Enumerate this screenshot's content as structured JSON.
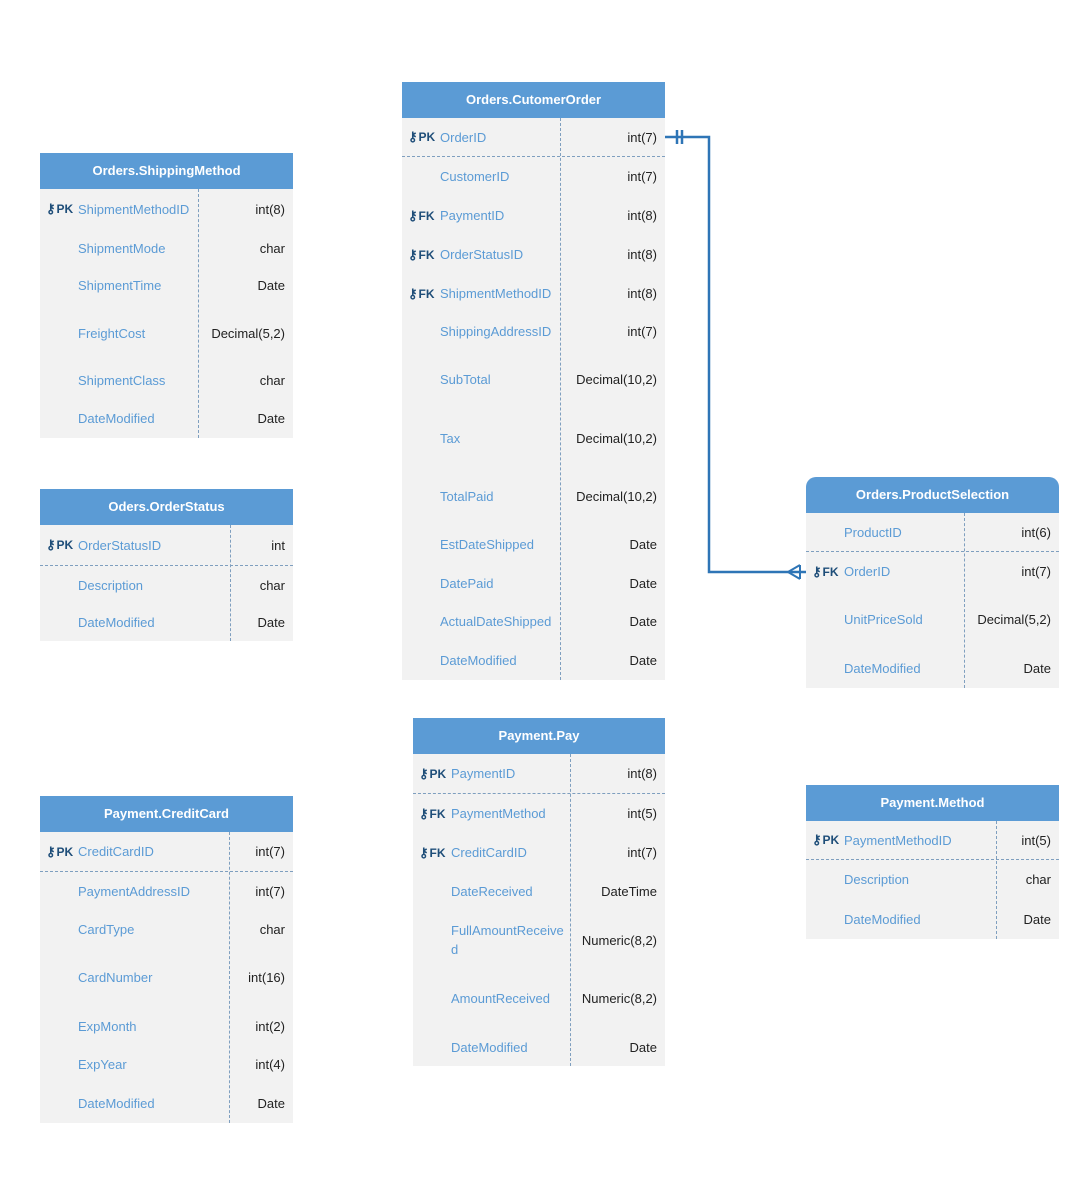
{
  "tables": {
    "shipping_method": {
      "title": "Orders.ShippingMethod",
      "rows": [
        {
          "key": "PK",
          "name": "ShipmentMethodID",
          "type": "int(8)"
        },
        {
          "key": "",
          "name": "ShipmentMode",
          "type": "char"
        },
        {
          "key": "",
          "name": "ShipmentTime",
          "type": "Date"
        },
        {
          "key": "",
          "name": "FreightCost",
          "type": "Decimal(5,2)"
        },
        {
          "key": "",
          "name": "ShipmentClass",
          "type": "char"
        },
        {
          "key": "",
          "name": "DateModified",
          "type": "Date"
        }
      ]
    },
    "order_status": {
      "title": "Oders.OrderStatus",
      "rows": [
        {
          "key": "PK",
          "name": "OrderStatusID",
          "type": "int"
        },
        {
          "key": "",
          "name": "Description",
          "type": "char"
        },
        {
          "key": "",
          "name": "DateModified",
          "type": "Date"
        }
      ]
    },
    "credit_card": {
      "title": "Payment.CreditCard",
      "rows": [
        {
          "key": "PK",
          "name": "CreditCardID",
          "type": "int(7)"
        },
        {
          "key": "",
          "name": "PaymentAddressID",
          "type": "int(7)"
        },
        {
          "key": "",
          "name": "CardType",
          "type": "char"
        },
        {
          "key": "",
          "name": "CardNumber",
          "type": "int(16)"
        },
        {
          "key": "",
          "name": "ExpMonth",
          "type": "int(2)"
        },
        {
          "key": "",
          "name": "ExpYear",
          "type": "int(4)"
        },
        {
          "key": "",
          "name": "DateModified",
          "type": "Date"
        }
      ]
    },
    "customer_order": {
      "title": "Orders.CutomerOrder",
      "rows": [
        {
          "key": "PK",
          "name": "OrderID",
          "type": "int(7)"
        },
        {
          "key": "",
          "name": "CustomerID",
          "type": "int(7)"
        },
        {
          "key": "FK",
          "name": "PaymentID",
          "type": "int(8)"
        },
        {
          "key": "FK",
          "name": "OrderStatusID",
          "type": "int(8)"
        },
        {
          "key": "FK",
          "name": "ShipmentMethodID",
          "type": "int(8)"
        },
        {
          "key": "",
          "name": "ShippingAddressID",
          "type": "int(7)"
        },
        {
          "key": "",
          "name": "SubTotal",
          "type": "Decimal(10,2)"
        },
        {
          "key": "",
          "name": "Tax",
          "type": "Decimal(10,2)"
        },
        {
          "key": "",
          "name": "TotalPaid",
          "type": "Decimal(10,2)"
        },
        {
          "key": "",
          "name": "EstDateShipped",
          "type": "Date"
        },
        {
          "key": "",
          "name": "DatePaid",
          "type": "Date"
        },
        {
          "key": "",
          "name": "ActualDateShipped",
          "type": "Date"
        },
        {
          "key": "",
          "name": "DateModified",
          "type": "Date"
        }
      ]
    },
    "payment_pay": {
      "title": "Payment.Pay",
      "rows": [
        {
          "key": "PK",
          "name": "PaymentID",
          "type": "int(8)"
        },
        {
          "key": "FK",
          "name": "PaymentMethod",
          "type": "int(5)"
        },
        {
          "key": "FK",
          "name": "CreditCardID",
          "type": "int(7)"
        },
        {
          "key": "",
          "name": "DateReceived",
          "type": "DateTime"
        },
        {
          "key": "",
          "name": "FullAmountReceived",
          "type": "Numeric(8,2)"
        },
        {
          "key": "",
          "name": "AmountReceived",
          "type": "Numeric(8,2)"
        },
        {
          "key": "",
          "name": "DateModified",
          "type": "Date"
        }
      ]
    },
    "product_selection": {
      "title": "Orders.ProductSelection",
      "rows": [
        {
          "key": "",
          "name": "ProductID",
          "type": "int(6)"
        },
        {
          "key": "FK",
          "name": "OrderID",
          "type": "int(7)"
        },
        {
          "key": "",
          "name": "UnitPriceSold",
          "type": "Decimal(5,2)"
        },
        {
          "key": "",
          "name": "DateModified",
          "type": "Date"
        }
      ]
    },
    "payment_method": {
      "title": "Payment.Method",
      "rows": [
        {
          "key": "PK",
          "name": "PaymentMethodID",
          "type": "int(5)"
        },
        {
          "key": "",
          "name": "Description",
          "type": "char"
        },
        {
          "key": "",
          "name": "DateModified",
          "type": "Date"
        }
      ]
    }
  },
  "colors": {
    "header": "#5b9bd5",
    "field_text": "#5b9bd5",
    "connector": "#2e75b6"
  }
}
